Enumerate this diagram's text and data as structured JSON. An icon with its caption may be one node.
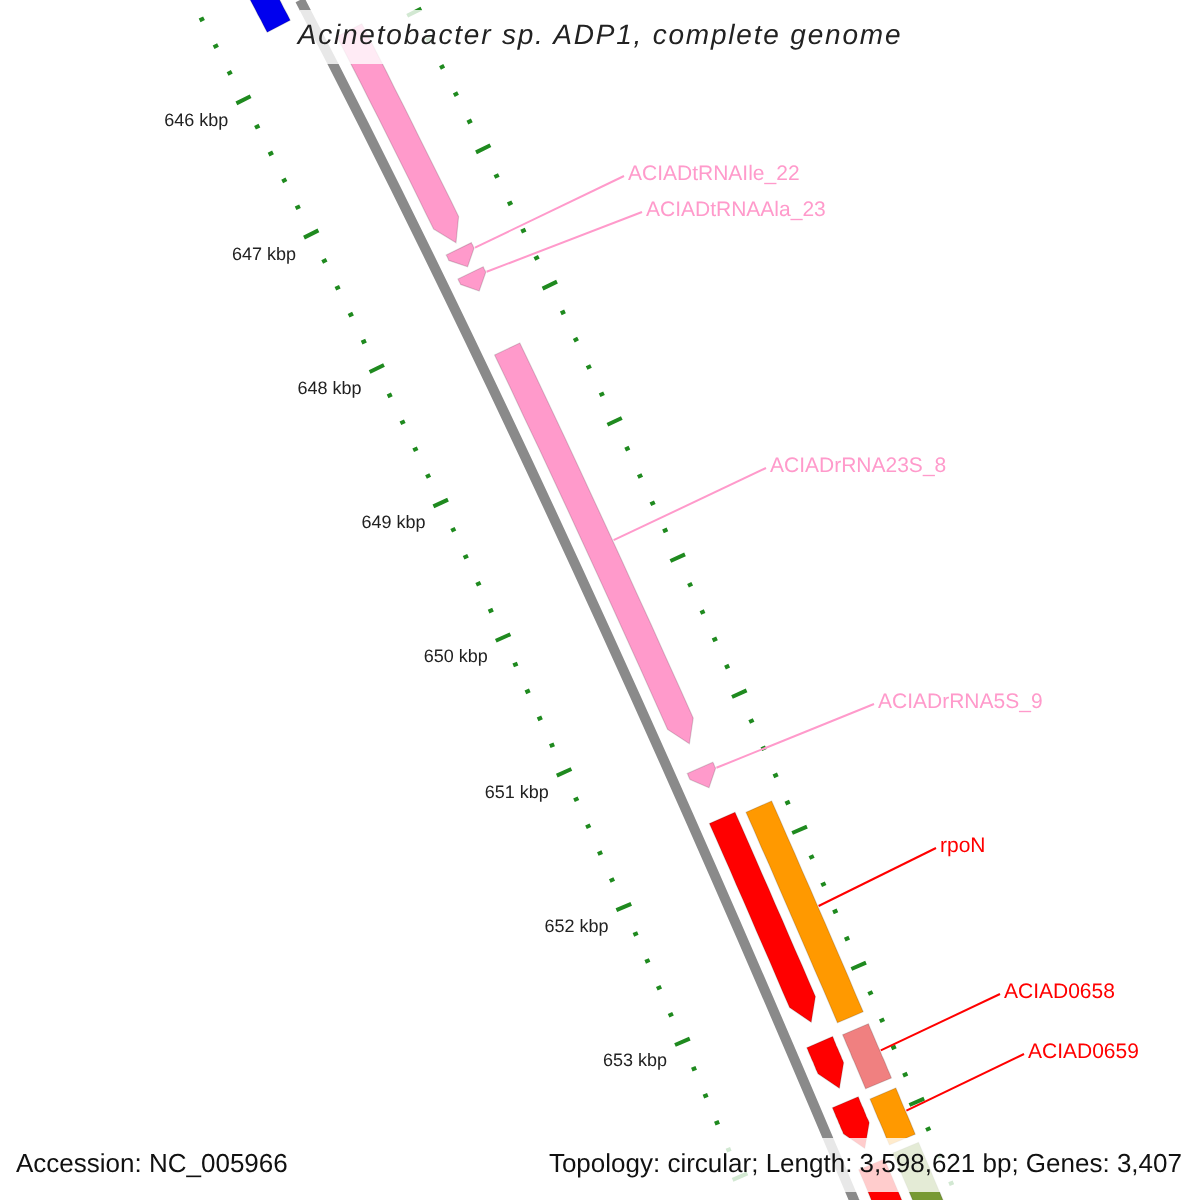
{
  "diagram": {
    "title": "Acinetobacter sp. ADP1, complete genome",
    "nodes": [
      {
        "text": [
          "ACIADtRNAIle_22"
        ]
      },
      {
        "text": [
          "ACIADtRNAAla_23"
        ]
      },
      {
        "text": [
          "ACIADrRNA23S_8"
        ]
      },
      {
        "text": [
          "ACIADrRNA5S_9"
        ]
      },
      {
        "text": [
          "rpoN"
        ]
      },
      {
        "text": [
          "ACIAD0658"
        ]
      },
      {
        "text": [
          "ACIAD0659"
        ]
      },
      {
        "text": [],
        "shape": "bar"
      },
      {
        "text": [],
        "shape": "arrow"
      },
      {
        "text": [],
        "shape": "arrow"
      },
      {
        "text": [],
        "shape": "arrow"
      },
      {
        "text": [],
        "shape": "arrow"
      },
      {
        "text": [],
        "shape": "arrow"
      },
      {
        "text": [],
        "shape": "arrow"
      },
      {
        "text": [],
        "shape": "bar"
      },
      {
        "text": [],
        "shape": "arrow"
      },
      {
        "text": [],
        "shape": "bar"
      },
      {
        "text": [],
        "shape": "arrow"
      },
      {
        "text": [],
        "shape": "bar"
      },
      {
        "text": [],
        "shape": "bar"
      },
      {
        "text": [],
        "shape": "bar"
      }
    ],
    "edges": [
      {
        "from": 0,
        "to": 9,
        "arrow": "none"
      },
      {
        "from": 1,
        "to": 10,
        "arrow": "none"
      },
      {
        "from": 2,
        "to": 11,
        "arrow": "none"
      },
      {
        "from": 3,
        "to": 12,
        "arrow": "none"
      },
      {
        "from": 4,
        "to": 14,
        "arrow": "none",
        "color": "#ff0000"
      },
      {
        "from": 5,
        "to": 16,
        "arrow": "none",
        "color": "#ff0000"
      },
      {
        "from": 6,
        "to": 18,
        "arrow": "none",
        "color": "#ff0000"
      }
    ],
    "labels": [
      "646 kbp",
      "647 kbp",
      "648 kbp",
      "649 kbp",
      "650 kbp",
      "651 kbp",
      "652 kbp",
      "653 kbp",
      "Accession: NC_005966",
      "Topology: circular; Length: 3,598,621 bp; Genes: 3,407"
    ]
  }
}
